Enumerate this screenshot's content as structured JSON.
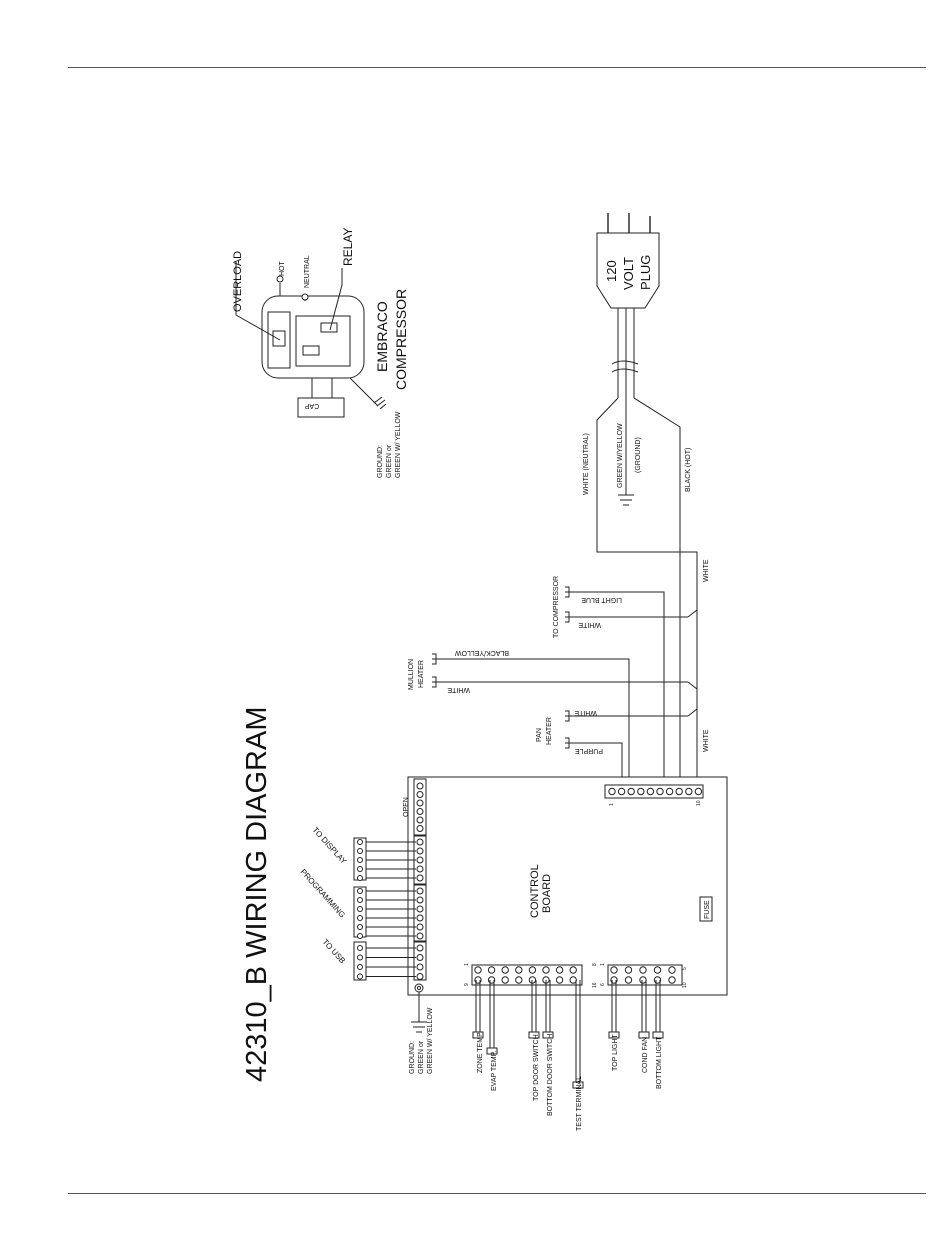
{
  "page": {
    "title": "42310_B WIRING DIAGRAM"
  },
  "compressor": {
    "overload": "OVERLOAD",
    "relay": "RELAY",
    "hot": "HOT",
    "neutral": "NEUTRAL",
    "cap": "CAP",
    "name_line1": "EMBRACO",
    "name_line2": "COMPRESSOR",
    "ground_line1": "GROUND:",
    "ground_line2": "GREEN or",
    "ground_line3": "GREEN W/ YELLOW"
  },
  "plug": {
    "line1": "120",
    "line2": "VOLT",
    "line3": "PLUG"
  },
  "cord": {
    "white_neutral": "WHITE (NEUTRAL)",
    "green_yellow": "GREEN W/YELLOW",
    "ground": "(GROUND)",
    "black_hot": "BLACK (HOT)",
    "white_upper": "WHITE",
    "white_lower": "WHITE"
  },
  "to_compressor": {
    "label": "TO COMPRESSOR",
    "light_blue": "LIGHT BLUE",
    "white": "WHITE"
  },
  "mullion_heater": {
    "line1": "MULLION",
    "line2": "HEATER",
    "black_yellow": "BLACK/YELLOW",
    "white": "WHITE"
  },
  "pan_heater": {
    "line1": "PAN",
    "line2": "HEATER",
    "white": "WHITE",
    "purple": "PURPLE"
  },
  "board": {
    "label_line1": "CONTROL",
    "label_line2": "BOARD",
    "fuse": "FUSE",
    "open": "OPEN",
    "to_display": "TO DISPLAY",
    "programming": "PROGRAMMING",
    "to_usb": "TO USB",
    "pin_1": "1",
    "pin_10": "10",
    "ground_line1": "GROUND:",
    "ground_line2": "GREEN or",
    "ground_line3": "GREEN W/ YELLOW"
  },
  "sensors": {
    "zone_temp": "ZONE TEMP",
    "evap_temp": "EVAP TEMP.",
    "top_door_switch": "TOP DOOR SWITCH",
    "bottom_door_switch": "BOTTOM DOOR SWITCH",
    "test_terminal": "TEST TERMINAL",
    "top_light": "TOP LIGHT",
    "cond_fan": "COND FAN",
    "bottom_light": "BOTTOM LIGHT"
  },
  "header_pins": {
    "a": "1",
    "b": "9",
    "c": "8",
    "d": "16",
    "e": "1",
    "f": "6",
    "g": "5",
    "h": "10"
  }
}
